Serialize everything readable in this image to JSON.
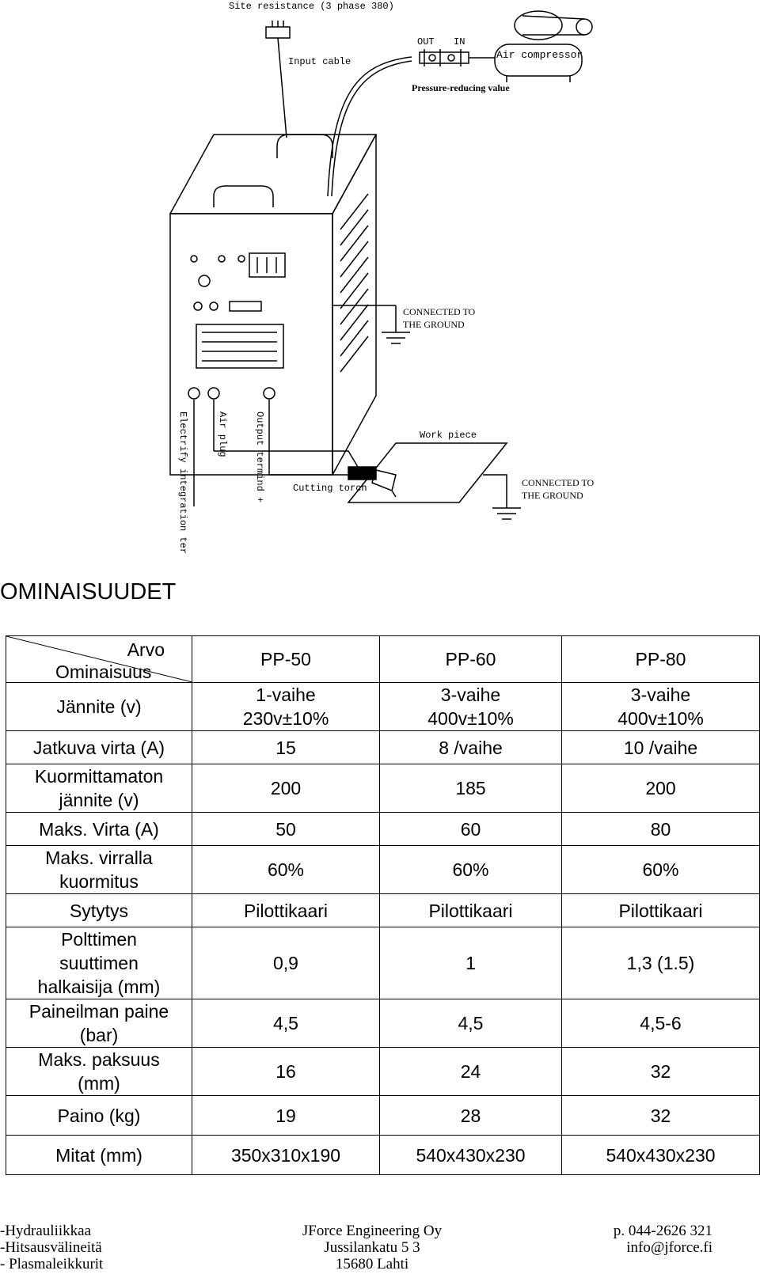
{
  "diagram": {
    "site_resistance": "Site resistance (3 phase 380)",
    "input_cable": "Input cable",
    "out": "OUT",
    "in": "IN",
    "air_compressor": "Air compressor",
    "pressure_valve": "Pressure-reducing value",
    "connected_ground_1a": "CONNECTED TO",
    "connected_ground_1b": "THE GROUND",
    "electrify_terminal": "Electrify integration terminal",
    "air_plug": "Air plug",
    "output_terminal": "Output termind +",
    "work_piece": "Work piece",
    "cutting_torch": "Cutting torch",
    "connected_ground_2a": "CONNECTED TO",
    "connected_ground_2b": "THE GROUND"
  },
  "section_title": "OMINAISUUDET",
  "table": {
    "corner_top": "Arvo",
    "corner_bottom": "Ominaisuus",
    "models": [
      "PP-50",
      "PP-60",
      "PP-80"
    ],
    "rows": [
      {
        "label": "Jännite (v)",
        "values": [
          "1-vaihe\n230v±10%",
          "3-vaihe\n400v±10%",
          "3-vaihe\n400v±10%"
        ]
      },
      {
        "label": "Jatkuva virta (A)",
        "values": [
          "15",
          "8 /vaihe",
          "10 /vaihe"
        ]
      },
      {
        "label": "Kuormittamaton\njännite (v)",
        "values": [
          "200",
          "185",
          "200"
        ]
      },
      {
        "label": "Maks. Virta (A)",
        "values": [
          "50",
          "60",
          "80"
        ]
      },
      {
        "label": "Maks. virralla\nkuormitus",
        "values": [
          "60%",
          "60%",
          "60%"
        ]
      },
      {
        "label": "Sytytys",
        "values": [
          "Pilottikaari",
          "Pilottikaari",
          "Pilottikaari"
        ]
      },
      {
        "label": "Polttimen\nsuuttimen\nhalkaisija (mm)",
        "values": [
          "0,9",
          "1",
          "1,3 (1.5)"
        ]
      },
      {
        "label": "Paineilman paine\n(bar)",
        "values": [
          "4,5",
          "4,5",
          "4,5-6"
        ]
      },
      {
        "label": "Maks. paksuus\n(mm)",
        "values": [
          "16",
          "24",
          "32"
        ]
      },
      {
        "label": "Paino (kg)",
        "values": [
          "19",
          "28",
          "32"
        ]
      },
      {
        "label": "Mitat (mm)",
        "values": [
          "350x310x190",
          "540x430x230",
          "540x430x230"
        ]
      }
    ]
  },
  "footer": {
    "left": [
      "-Hydrauliikkaa",
      "-Hitsausvälineitä",
      "- Plasmaleikkurit"
    ],
    "center": [
      "JForce Engineering Oy",
      "Jussilankatu 5 3",
      "15680 Lahti"
    ],
    "right": [
      "p. 044-2626 321",
      "info@jforce.fi"
    ]
  }
}
